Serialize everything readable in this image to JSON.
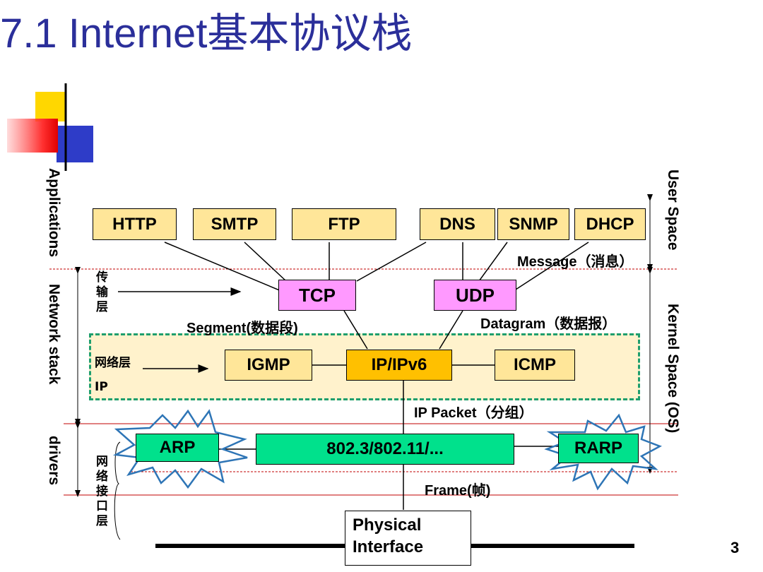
{
  "slide": {
    "title": "7.1 Internet基本协议栈",
    "page_number": "3"
  },
  "side_labels": {
    "applications": "Applications",
    "network_stack": "Network stack",
    "drivers": "drivers",
    "user_space": "User Space",
    "kernel_space": "Kernel Space (OS)"
  },
  "layer_labels": {
    "transport": [
      "传",
      "输",
      "层"
    ],
    "network": "网络层",
    "network_ip": "IP",
    "link": [
      "网",
      "络",
      "接",
      "口",
      "层"
    ]
  },
  "protocols": {
    "app": [
      "HTTP",
      "SMTP",
      "FTP",
      "DNS",
      "SNMP",
      "DHCP"
    ],
    "tcp": "TCP",
    "udp": "UDP",
    "igmp": "IGMP",
    "ip": "IP/IPv6",
    "icmp": "ICMP",
    "arp": "ARP",
    "link": "802.3/802.11/...",
    "rarp": "RARP",
    "physical_line1": "Physical",
    "physical_line2": "Interface"
  },
  "data_units": {
    "message": "Message（消息）",
    "segment": "Segment(数据段)",
    "datagram": "Datagram（数据报）",
    "packet": "IP Packet（分组）",
    "frame": "Frame(帧)"
  },
  "colors": {
    "title": "#2B2F9A",
    "app_box": "#FFE699",
    "transport_box": "#FF99FF",
    "ip_box": "#FFC000",
    "link_box": "#00E18C",
    "network_region": "#FFF2CC",
    "divider": "#C00000",
    "burst": "#2E75B6"
  }
}
